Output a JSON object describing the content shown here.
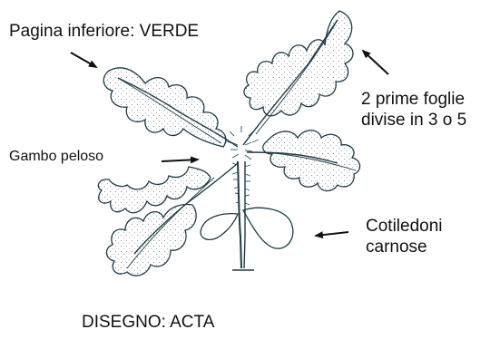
{
  "labels": {
    "underside": "Pagina inferiore: VERDE",
    "first_leaves_line1": "2 prime foglie",
    "first_leaves_line2": "divise in 3 o 5",
    "stem": "Gambo peloso",
    "cotyledons_line1": "Cotiledoni",
    "cotyledons_line2": "carnose",
    "credit": "DISEGNO: ACTA"
  },
  "colors": {
    "ink": "#1f3a46",
    "stipple": "#6b7d86",
    "hair": "#2f5563",
    "text": "#111111",
    "background": "#ffffff"
  }
}
